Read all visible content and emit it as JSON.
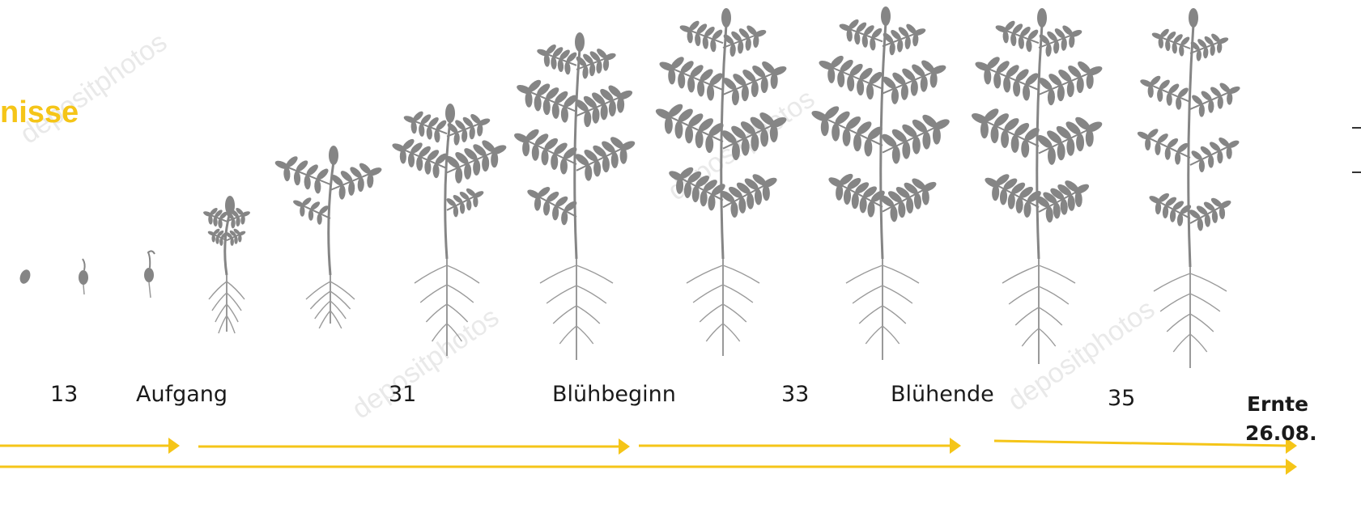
{
  "title": {
    "text": "nisse",
    "color": "#f5c518"
  },
  "stages": [
    {
      "label": "13"
    },
    {
      "label": "Aufgang"
    },
    {
      "label": "31"
    },
    {
      "label": "Blühbeginn"
    },
    {
      "label": "33"
    },
    {
      "label": "Blühende"
    },
    {
      "label": "35"
    },
    {
      "label_line1": "Ernte",
      "label_line2": "26.08."
    }
  ],
  "watermark": {
    "text": "depositphotos"
  },
  "colors": {
    "arrow": "#f5c518",
    "plant": "#858585",
    "root": "#9a9a9a",
    "text": "#1a1a1a"
  },
  "icons": [
    "seed-icon",
    "sprout-icon",
    "chickpea-plant-icon",
    "root-icon",
    "arrow-right-icon"
  ]
}
